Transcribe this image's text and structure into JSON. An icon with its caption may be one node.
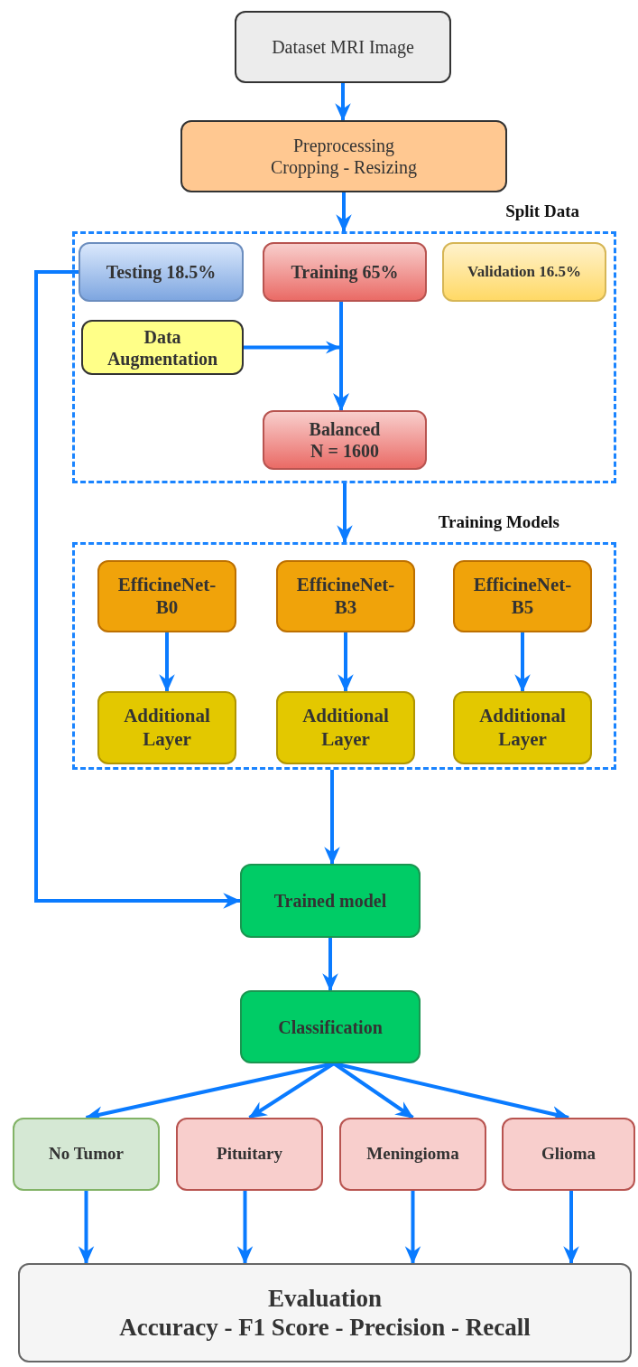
{
  "diagram": {
    "nodes": [
      {
        "text": [
          "Dataset MRI Image"
        ]
      },
      {
        "text": [
          "Preprocessing",
          "Cropping - Resizing"
        ]
      },
      {
        "text": [
          "Split Data"
        ]
      },
      {
        "text": [
          "Testing 18.5%"
        ],
        "in": 2
      },
      {
        "text": [
          "Training 65%"
        ],
        "in": 2
      },
      {
        "text": [
          "Validation 16.5%"
        ],
        "in": 2
      },
      {
        "text": [
          "Data Augmentation"
        ],
        "in": 2
      },
      {
        "text": [
          "Balanced",
          "N = 1600"
        ],
        "in": 2
      },
      {
        "text": [
          "Training Models"
        ]
      },
      {
        "text": [
          "EfficineNet- B0"
        ],
        "in": 8
      },
      {
        "text": [
          "EfficineNet- B3"
        ],
        "in": 8
      },
      {
        "text": [
          "EfficineNet- B5"
        ],
        "in": 8
      },
      {
        "text": [
          "Additional Layer"
        ],
        "in": 8
      },
      {
        "text": [
          "Additional Layer"
        ],
        "in": 8
      },
      {
        "text": [
          "Additional Layer"
        ],
        "in": 8
      },
      {
        "text": [
          "Trained model"
        ]
      },
      {
        "text": [
          "Classification"
        ]
      },
      {
        "text": [
          "No Tumor"
        ]
      },
      {
        "text": [
          "Pituitary"
        ]
      },
      {
        "text": [
          "Meningioma"
        ]
      },
      {
        "text": [
          "Glioma"
        ]
      },
      {
        "text": [
          "Evaluation",
          "Accuracy - F1 Score - Precision - Recall"
        ]
      }
    ],
    "edges": [
      {
        "from": 0,
        "to": 1,
        "arrow": "to"
      },
      {
        "from": 1,
        "to": 2,
        "arrow": "to"
      },
      {
        "from": 4,
        "to": 7,
        "arrow": "to"
      },
      {
        "from": 6,
        "to": 7,
        "arrow": "to"
      },
      {
        "from": 2,
        "to": 8,
        "arrow": "to"
      },
      {
        "from": 9,
        "to": 12,
        "arrow": "to"
      },
      {
        "from": 10,
        "to": 13,
        "arrow": "to"
      },
      {
        "from": 11,
        "to": 14,
        "arrow": "to"
      },
      {
        "from": 8,
        "to": 15,
        "arrow": "to"
      },
      {
        "from": 3,
        "to": 15,
        "arrow": "to"
      },
      {
        "from": 15,
        "to": 16,
        "arrow": "to"
      },
      {
        "from": 16,
        "to": 17,
        "arrow": "to"
      },
      {
        "from": 16,
        "to": 18,
        "arrow": "to"
      },
      {
        "from": 16,
        "to": 19,
        "arrow": "to"
      },
      {
        "from": 16,
        "to": 20,
        "arrow": "to"
      },
      {
        "from": 17,
        "to": 21,
        "arrow": "to"
      },
      {
        "from": 18,
        "to": 21,
        "arrow": "to"
      },
      {
        "from": 19,
        "to": 21,
        "arrow": "to"
      },
      {
        "from": 20,
        "to": 21,
        "arrow": "to"
      }
    ]
  }
}
